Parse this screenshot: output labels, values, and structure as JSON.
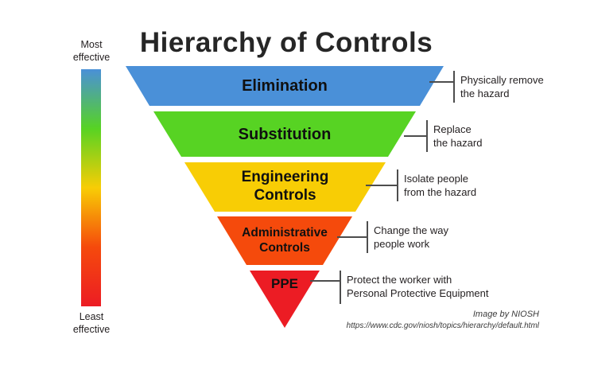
{
  "title": "Hierarchy of Controls",
  "scale": {
    "top_label": "Most\neffective",
    "bottom_label": "Least\neffective",
    "colors": [
      "#4a90d8",
      "#57d323",
      "#f8cd05",
      "#f54a0c",
      "#ec1c24"
    ]
  },
  "levels": [
    {
      "label": "Elimination",
      "color": "#4a90d8",
      "description": "Physically remove\nthe hazard"
    },
    {
      "label": "Substitution",
      "color": "#57d323",
      "description": "Replace\nthe hazard"
    },
    {
      "label": "Engineering\nControls",
      "color": "#f8cd05",
      "description": "Isolate people\nfrom the hazard"
    },
    {
      "label": "Administrative\nControls",
      "color": "#f54a0c",
      "description": "Change the way\npeople work"
    },
    {
      "label": "PPE",
      "color": "#ec1c24",
      "description": "Protect the worker with\nPersonal Protective Equipment"
    }
  ],
  "credit": {
    "line1": "Image by NIOSH",
    "line2": "https://www.cdc.gov/niosh/topics/hierarchy/default.html"
  }
}
